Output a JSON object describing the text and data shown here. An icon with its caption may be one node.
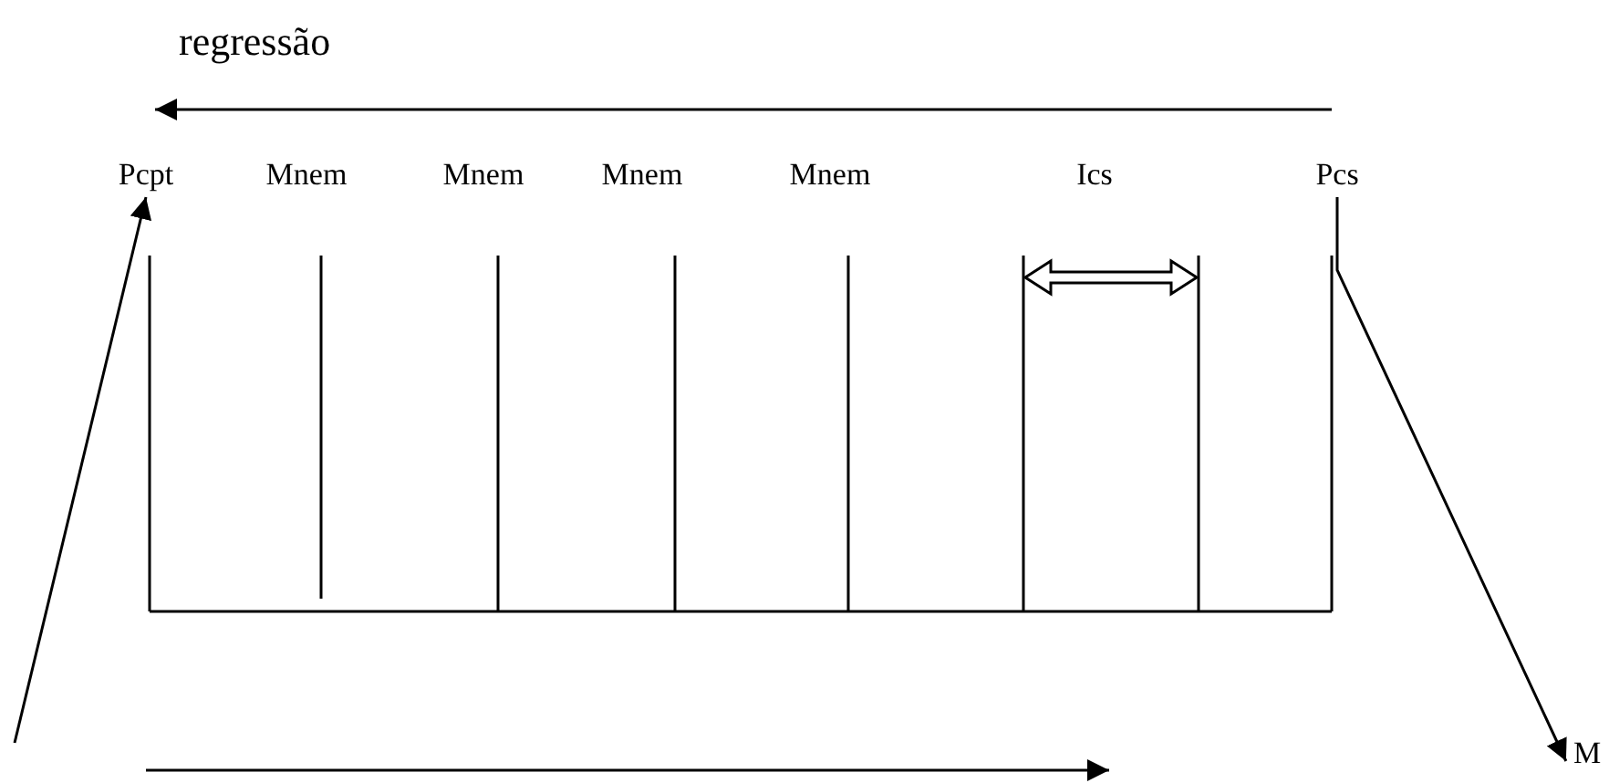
{
  "diagram": {
    "nodes": [
      {
        "text": [
          "Pcpt"
        ]
      },
      {
        "text": [
          "Mnem"
        ]
      },
      {
        "text": [
          "Mnem"
        ]
      },
      {
        "text": [
          "Mnem"
        ]
      },
      {
        "text": [
          "Mnem"
        ]
      },
      {
        "text": [
          "Ics"
        ]
      },
      {
        "text": [
          "Pcs"
        ]
      },
      {
        "text": [
          "M"
        ]
      }
    ],
    "edges": [
      {
        "from": null,
        "to": 0,
        "arrow": "to"
      },
      {
        "from": 6,
        "to": 7,
        "arrow": "to"
      }
    ],
    "labels": [
      "regressão"
    ]
  }
}
